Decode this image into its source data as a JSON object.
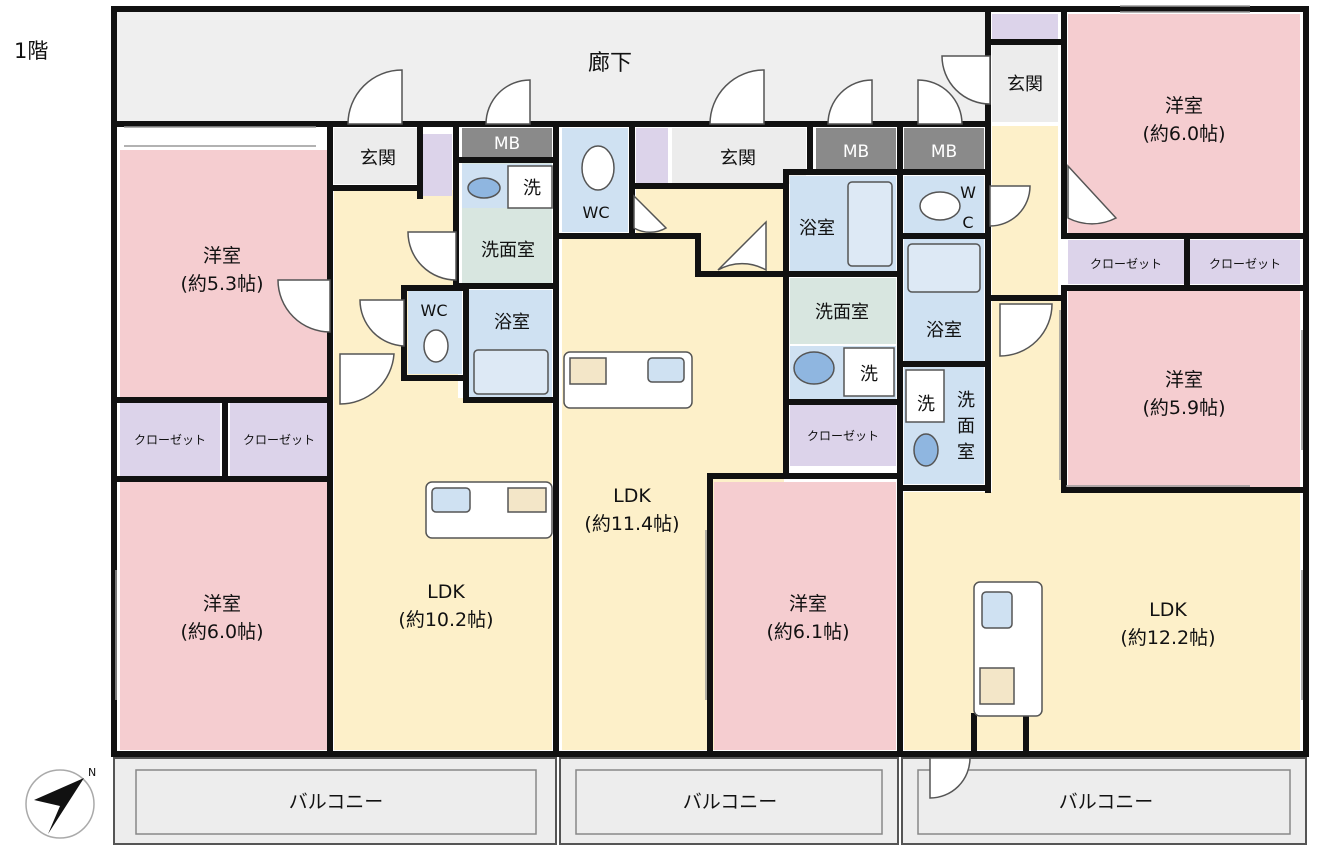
{
  "floor_label": "1階",
  "colors": {
    "wall": "#111111",
    "corridor": "#efefef",
    "western_room": "#f5cdd0",
    "ldk": "#fdf0c9",
    "wet_area": "#cfe1f2",
    "closet": "#dcd3ea",
    "mb": "#8a8a8a",
    "entrance": "#ececec",
    "washroom": "#d8e6e0",
    "balcony": "#ededed"
  },
  "labels": {
    "corridor": "廊下",
    "entrance": "玄関",
    "mb": "MB",
    "wc": "WC",
    "wc_vertical_top": "W",
    "wc_vertical_bottom": "C",
    "bath": "浴室",
    "washroom": "洗面室",
    "wash": "洗",
    "washroom_v1": "洗",
    "washroom_v2": "面",
    "washroom_v3": "室",
    "closet": "クローゼット",
    "balcony": "バルコニー",
    "western": "洋室",
    "ldk": "LDK"
  },
  "units": [
    {
      "rooms": [
        {
          "type": "洋室",
          "size": "(約5.3帖)"
        },
        {
          "type": "洋室",
          "size": "(約6.0帖)"
        },
        {
          "type": "LDK",
          "size": "(約10.2帖)"
        }
      ]
    },
    {
      "rooms": [
        {
          "type": "LDK",
          "size": "(約11.4帖)"
        },
        {
          "type": "洋室",
          "size": "(約6.1帖)"
        }
      ]
    },
    {
      "rooms": [
        {
          "type": "洋室",
          "size": "(約6.0帖)"
        },
        {
          "type": "洋室",
          "size": "(約5.9帖)"
        },
        {
          "type": "LDK",
          "size": "(約12.2帖)"
        }
      ]
    }
  ],
  "compass_north": "N"
}
